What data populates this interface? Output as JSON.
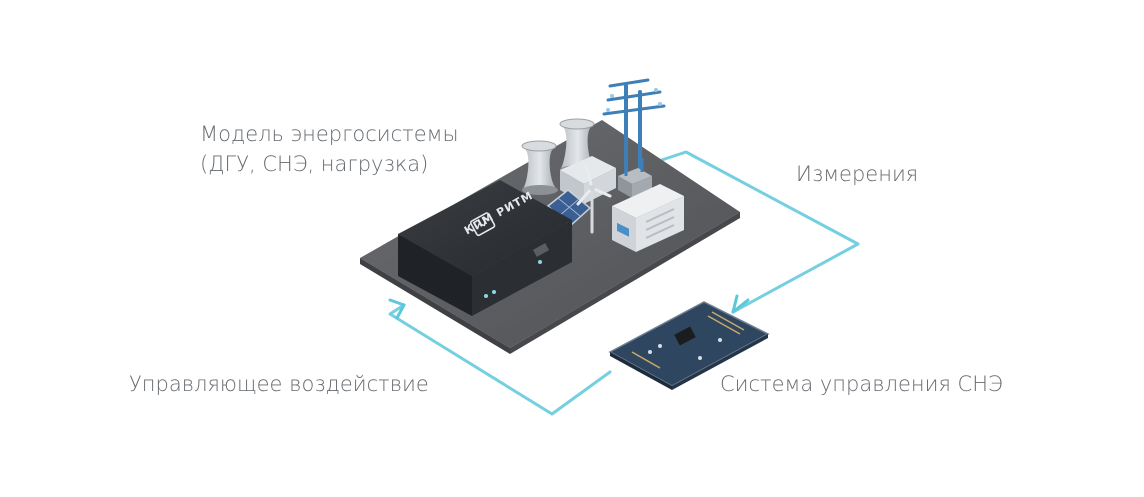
{
  "labels": {
    "model_line1": "Модель энергосистемы",
    "model_line2": "(ДГУ, СНЭ, нагрузка)",
    "measurements": "Измерения",
    "control_action": "Управляющее воздействие",
    "control_system": "Система управления СНЭ"
  },
  "device": {
    "brand": "КПМ РИТМ"
  },
  "colors": {
    "loop": "#5cc8da",
    "text": "#666b70",
    "platform": "#5e6064",
    "device_body": "#2f3236",
    "board": "#2f4660"
  }
}
